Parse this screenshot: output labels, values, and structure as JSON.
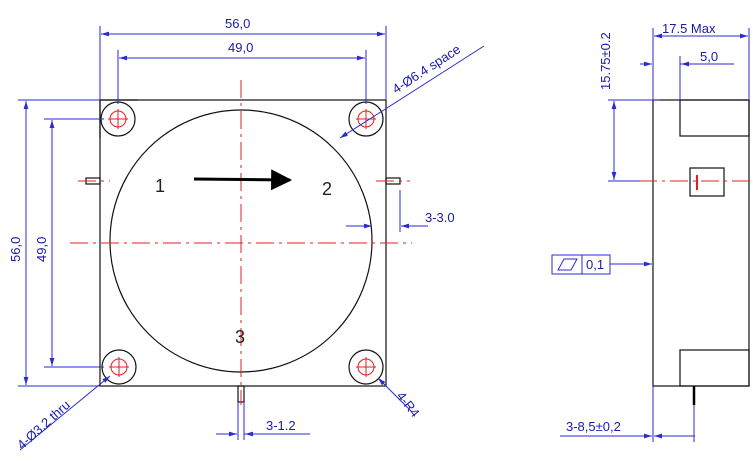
{
  "front_view": {
    "width_overall": "56,0",
    "width_holes": "49,0",
    "height_overall": "56,0",
    "height_holes": "49,0",
    "mount_hole_note": "4-Ø6.4 space",
    "thru_hole_note": "4-Ø3.2 thru",
    "corner_radius_note": "4-R4",
    "pin_length_note": "3-3.0",
    "pin_width_note": "3-1.2",
    "port_1": "1",
    "port_2": "2",
    "port_3": "3"
  },
  "side_view": {
    "height_dim": "15.75±0.2",
    "width_max": "17.5 Max",
    "offset": "5,0",
    "flatness_value": "0,1",
    "pin_offset": "3-8,5±0,2"
  },
  "colors": {
    "dimension": "#1a1aa8",
    "centerline": "#e02020",
    "outline": "#111111"
  }
}
